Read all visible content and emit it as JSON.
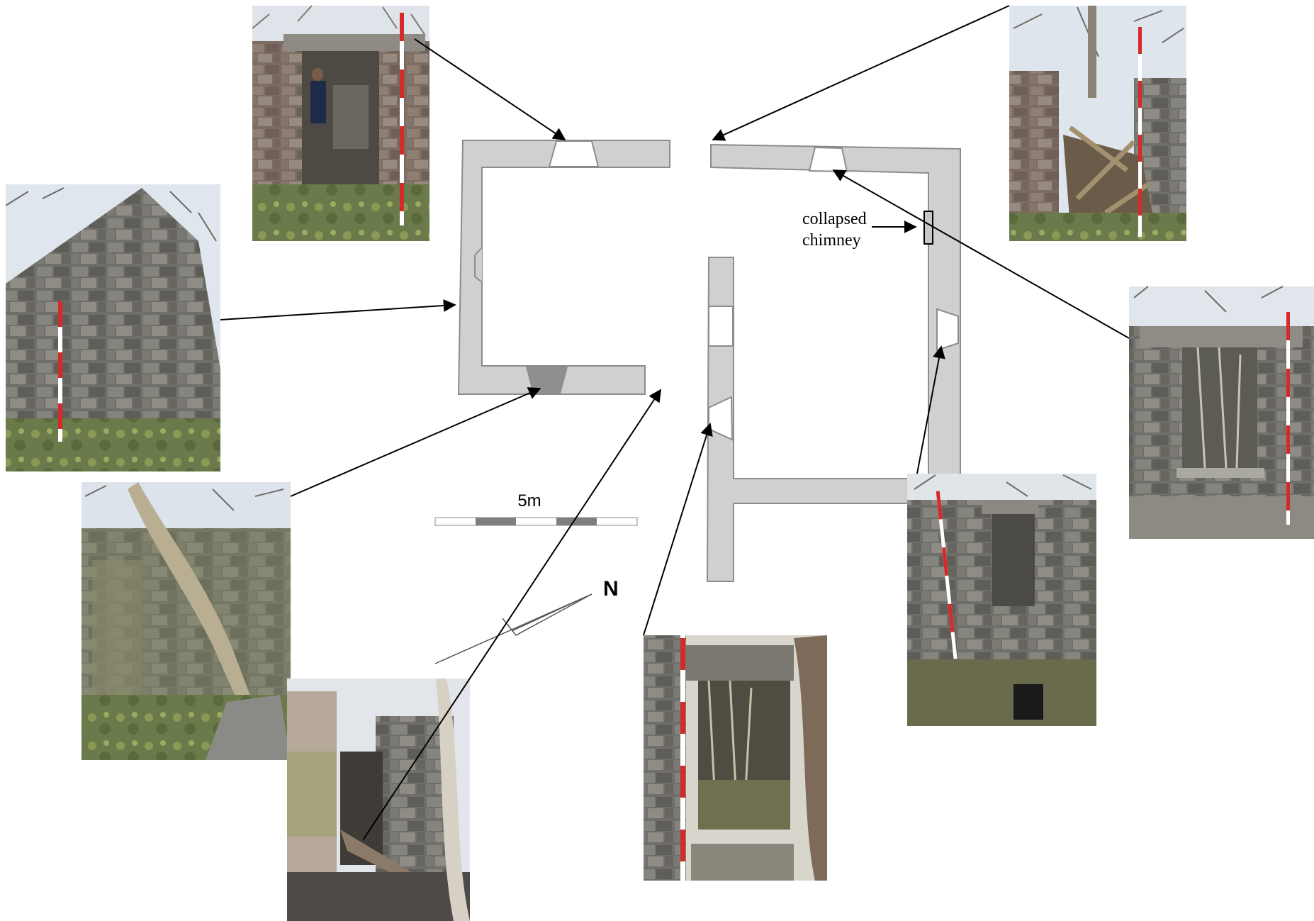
{
  "annotation": {
    "chimney_line1": "collapsed",
    "chimney_line2": "chimney"
  },
  "scale_bar": {
    "label": "5m"
  },
  "north_arrow": {
    "label": "N"
  },
  "colors": {
    "wall": "#d0d0d0",
    "wall_stroke": "#8c8c8c",
    "blocked_opening": "#8f8f8f",
    "scale_dark": "#7f7f7f",
    "arrow": "#000000",
    "ranging_pole_red": "#d42a2a"
  },
  "photos": [
    {
      "name": "photo-north-doorway",
      "subject": "doorway with lintel and person"
    },
    {
      "name": "photo-east-gable",
      "subject": "stone gable wall with ranging pole"
    },
    {
      "name": "photo-blocked-opening",
      "subject": "wall with tree and blocked opening"
    },
    {
      "name": "photo-collapsed-interior",
      "subject": "collapsed interior with rubble"
    },
    {
      "name": "photo-north-east-corner",
      "subject": "collapsed roof timbers"
    },
    {
      "name": "photo-window",
      "subject": "window opening with ranging pole"
    },
    {
      "name": "photo-east-doorway",
      "subject": "doorway with ranging pole"
    },
    {
      "name": "photo-internal-doorway",
      "subject": "internal doorway with ranging pole"
    }
  ]
}
